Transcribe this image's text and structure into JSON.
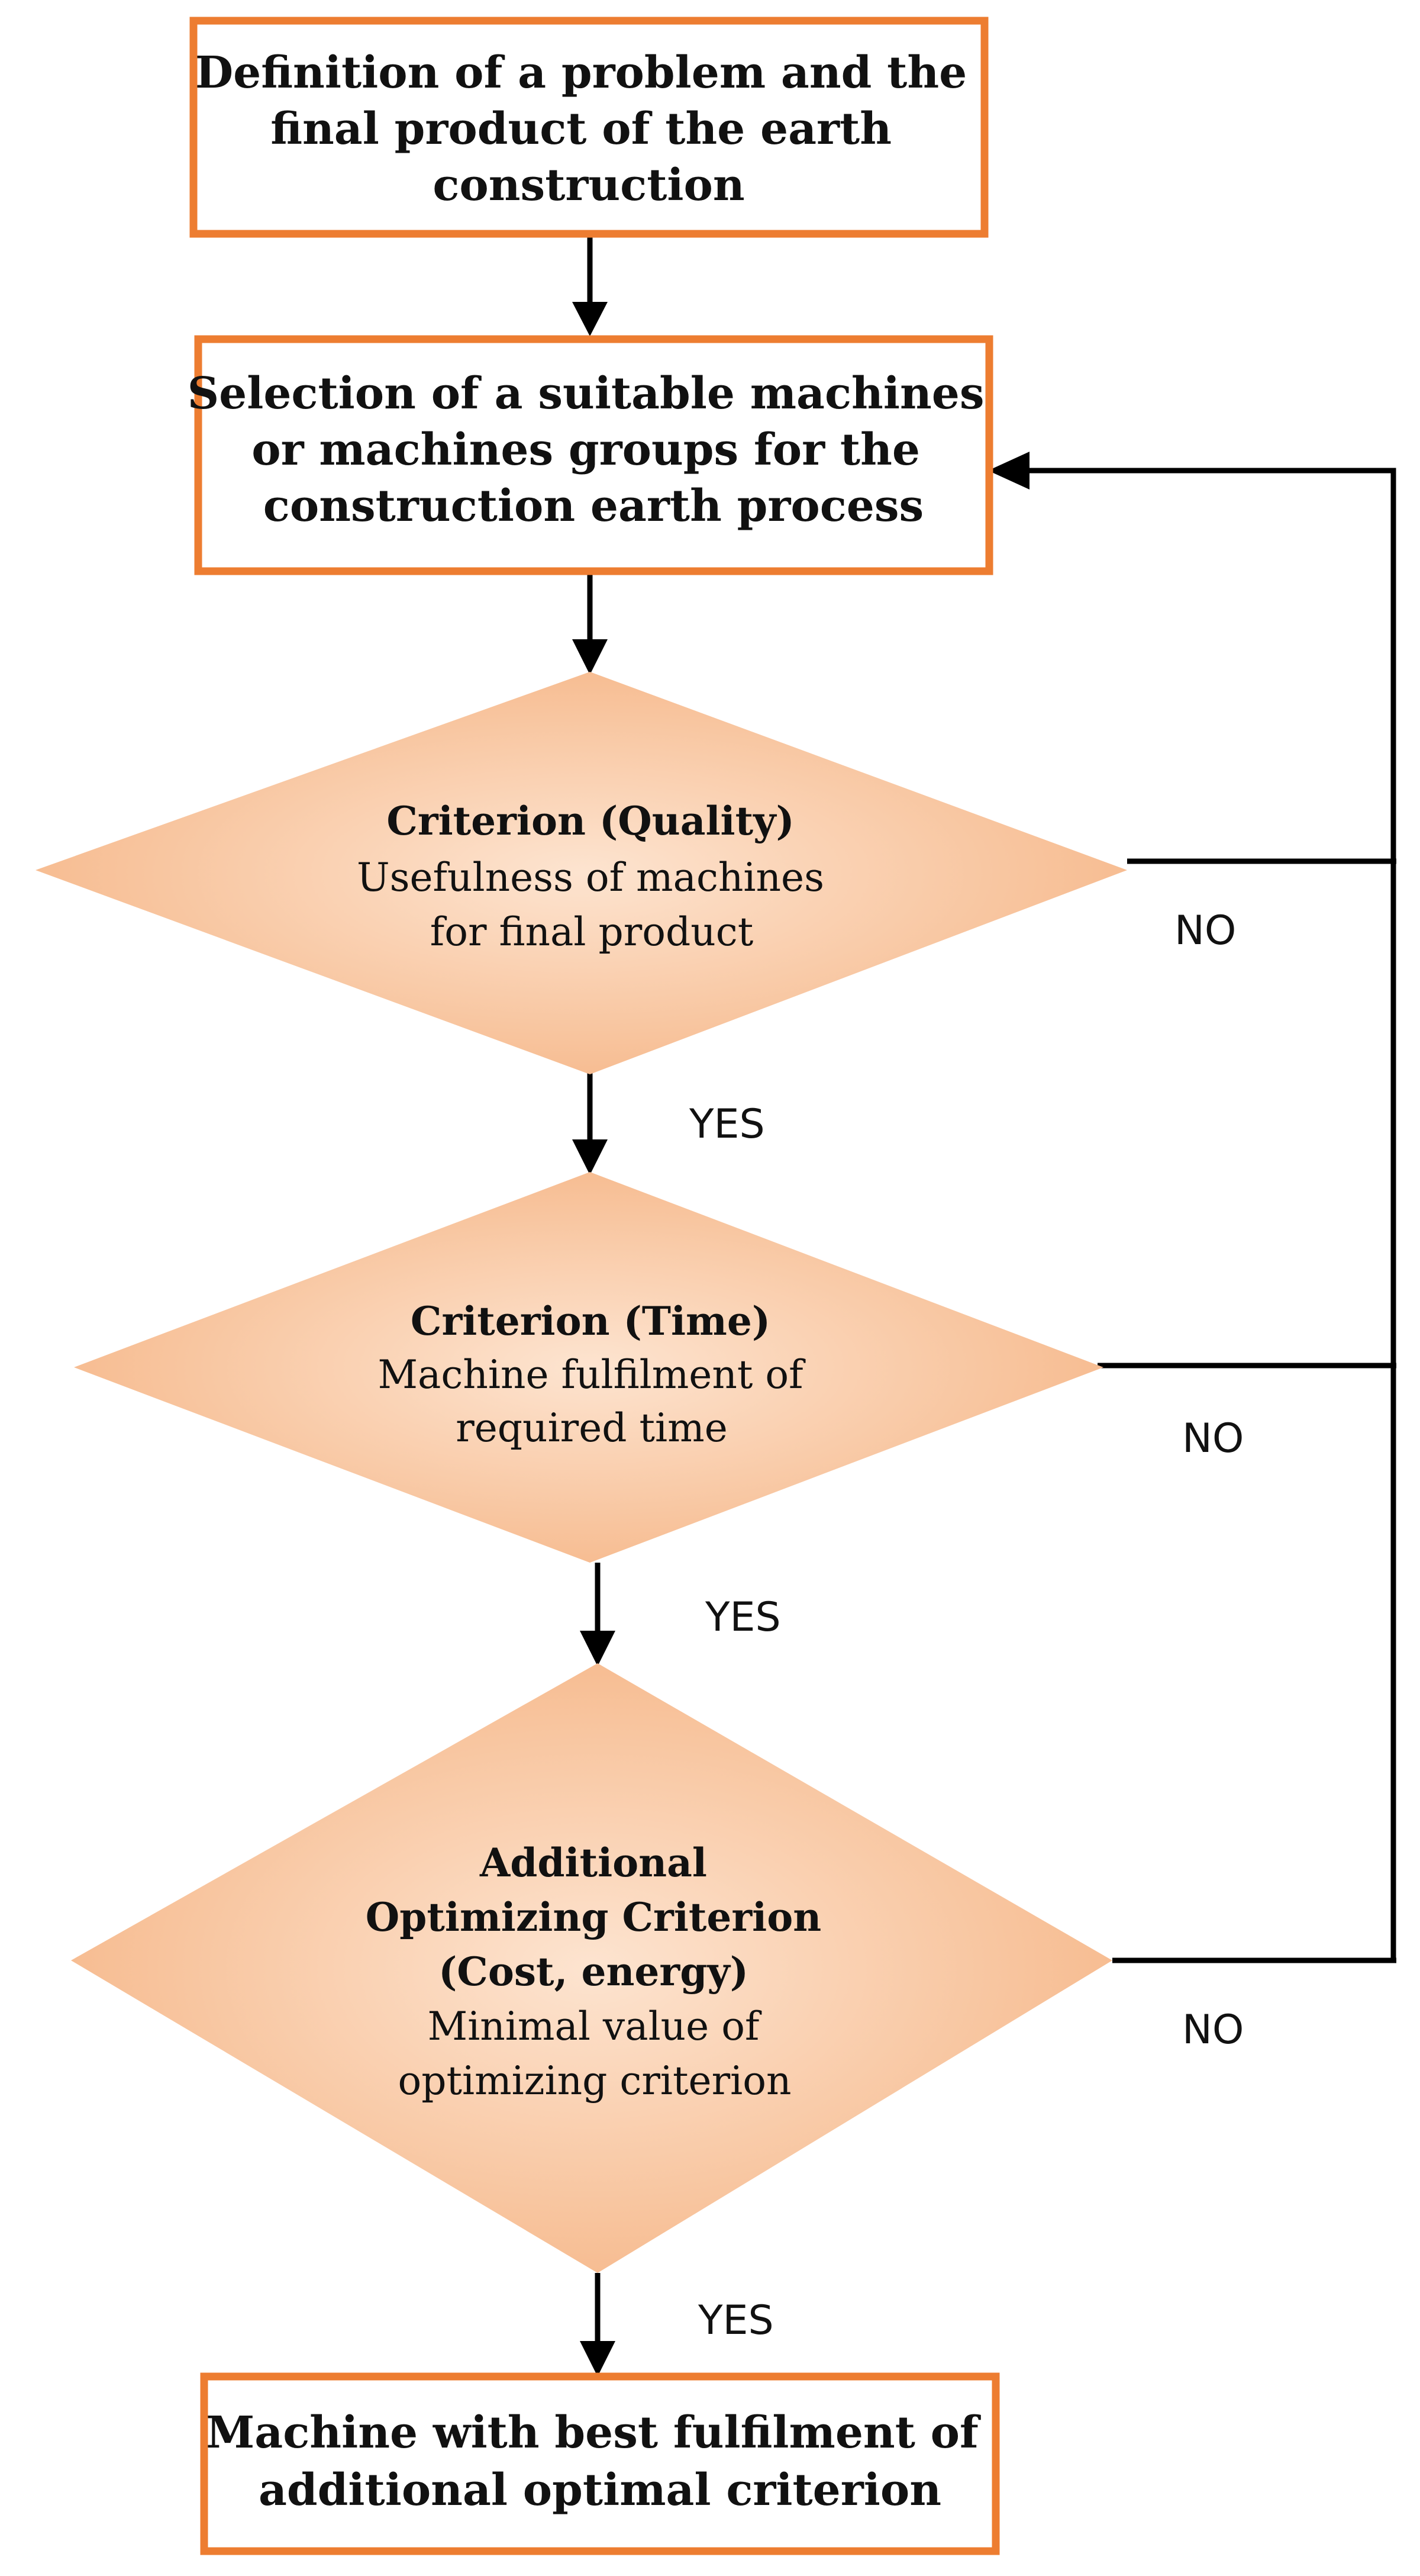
{
  "colors": {
    "box_border": "#ED7D31",
    "diamond_fill_center": "#FDE4D0",
    "diamond_fill_edge": "#F6B98C",
    "line": "#000000",
    "text": "#111111"
  },
  "steps": {
    "define": {
      "lines": [
        "Definition of a problem and the",
        "final product of the earth",
        "construction"
      ]
    },
    "select": {
      "lines": [
        "Selection of a suitable machines",
        "or machines groups for the",
        "construction earth process"
      ]
    },
    "final": {
      "lines": [
        "Machine with best fulfilment of",
        "additional optimal criterion"
      ]
    }
  },
  "decisions": {
    "quality": {
      "title_lines": [
        "Criterion (Quality)"
      ],
      "desc_lines": [
        "Usefulness of machines",
        "for final product"
      ]
    },
    "time": {
      "title_lines": [
        "Criterion (Time)"
      ],
      "desc_lines": [
        "Machine fulfilment of",
        "required time"
      ]
    },
    "additional": {
      "title_lines": [
        "Additional",
        "Optimizing Criterion",
        "(Cost, energy)"
      ],
      "desc_lines": [
        "Minimal value of",
        "optimizing criterion"
      ]
    }
  },
  "labels": {
    "yes_1": "YES",
    "yes_2": "YES",
    "yes_3": "YES",
    "no_1": "NO",
    "no_2": "NO",
    "no_3": "NO"
  }
}
